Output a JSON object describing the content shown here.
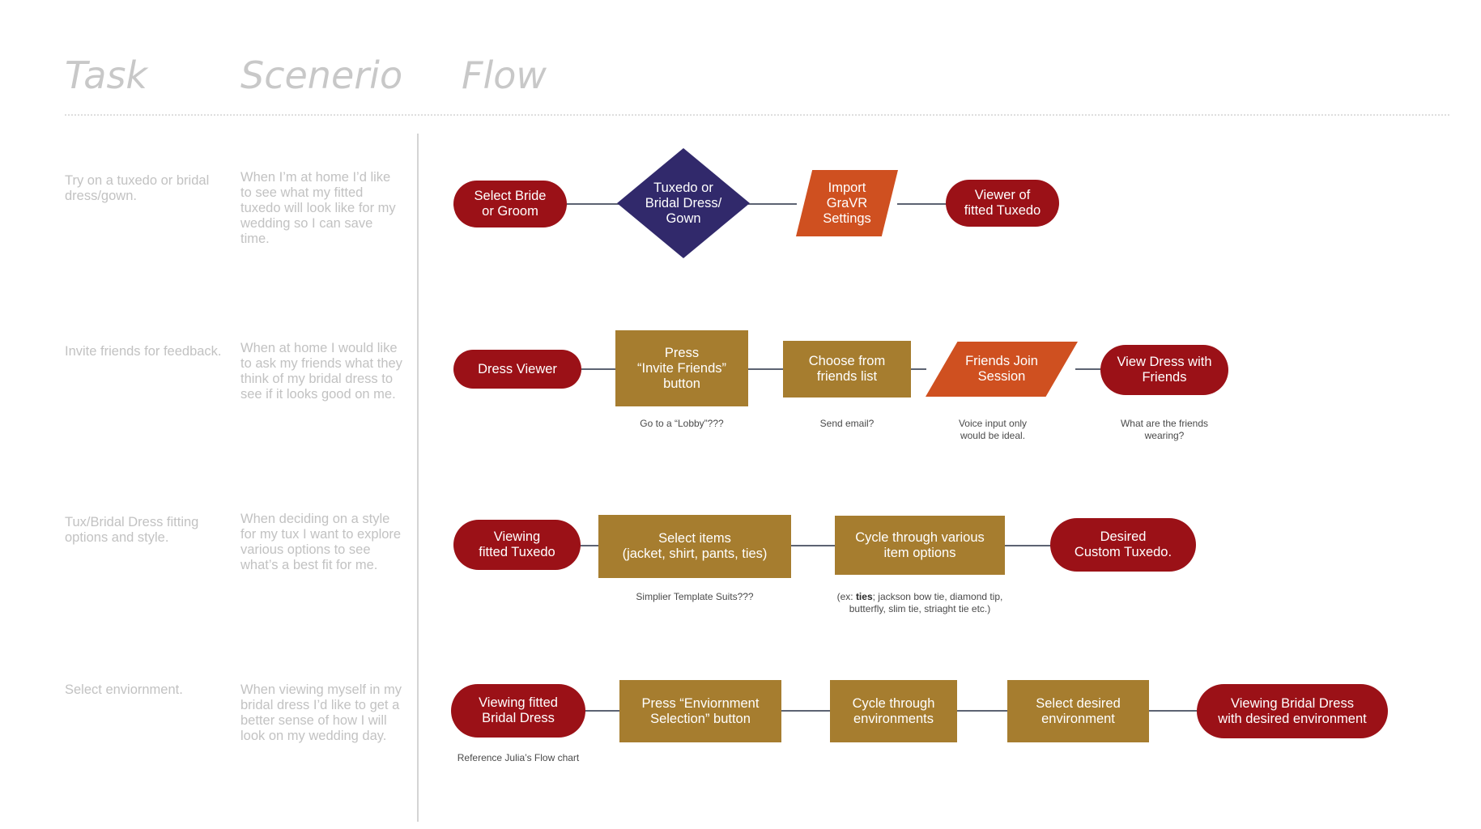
{
  "headers": {
    "task": "Task",
    "scenario": "Scenerio",
    "flow": "Flow"
  },
  "rows": [
    {
      "task": "Try on a tuxedo or bridal dress/gown.",
      "scenario": "When I’m at home I’d like to see what my fitted tuxedo will look like for my wedding so I can save time.",
      "nodes": [
        "Select Bride\nor Groom",
        "Tuxedo or\nBridal Dress/\nGown",
        "Import\nGraVR\nSettings",
        "Viewer of\nfitted Tuxedo"
      ],
      "notes": []
    },
    {
      "task": "Invite friends for feedback.",
      "scenario": "When at home I would like to ask my friends what they think of my bridal dress to see if it looks good on me.",
      "nodes": [
        "Dress Viewer",
        "Press\n“Invite Friends”\nbutton",
        "Choose from\nfriends list",
        "Friends Join\nSession",
        "View Dress with\nFriends"
      ],
      "notes": [
        "Go to a “Lobby”???",
        "Send email?",
        "Voice input only\nwould be ideal.",
        "What are the friends\nwearing?"
      ]
    },
    {
      "task": "Tux/Bridal Dress fitting options and style.",
      "scenario": "When deciding on a style for my tux I want to explore various options to see what’s a best fit for me.",
      "nodes": [
        "Viewing\nfitted Tuxedo",
        "Select items\n(jacket, shirt, pants, ties)",
        "Cycle through various\nitem options",
        "Desired\nCustom Tuxedo."
      ],
      "notes": [
        "Simplier Template Suits???"
      ],
      "ties_note": {
        "prefix": "(ex: ",
        "bold": "ties",
        "rest": "; jackson bow tie, diamond tip,\nbutterfly, slim tie, striaght tie etc.)"
      }
    },
    {
      "task": "Select enviornment.",
      "scenario": "When viewing myself in my bridal dress I’d like to get a better sense of how I will look on my wedding day.",
      "nodes": [
        "Viewing fitted\nBridal Dress",
        "Press “Enviornment\nSelection” button",
        "Cycle through\nenvironments",
        "Select desired\nenvironment",
        "Viewing Bridal Dress\nwith desired environment"
      ],
      "notes": [
        "Reference Julia’s Flow chart"
      ]
    }
  ],
  "colors": {
    "terminal": "#9b1117",
    "process": "#a67d2f",
    "decision": "#31296b",
    "io": "#cf5020",
    "connector": "#5c6372"
  }
}
